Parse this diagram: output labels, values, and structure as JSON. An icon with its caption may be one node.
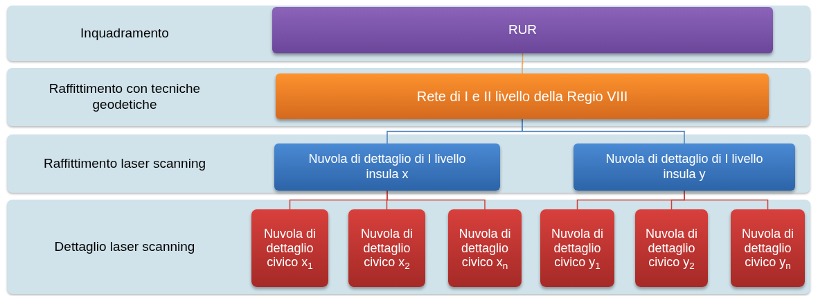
{
  "diagram": {
    "nodes": [
      {
        "text": [
          "Inquadramento"
        ]
      },
      {
        "text": [
          "RUR"
        ],
        "in": 0
      },
      {
        "text": [
          "Raffittimento con tecniche geodetiche"
        ]
      },
      {
        "text": [
          "Rete di I e II livello della Regio VIII"
        ],
        "in": 2
      },
      {
        "text": [
          "Raffittimento laser scanning"
        ]
      },
      {
        "text": [
          "Nuvola di dettaglio di I livello insula x"
        ],
        "in": 4
      },
      {
        "text": [
          "Nuvola di dettaglio di I livello insula y"
        ],
        "in": 4
      },
      {
        "text": [
          "Dettaglio laser scanning"
        ]
      },
      {
        "text": [
          "Nuvola di dettaglio civico x$_{1}$"
        ],
        "in": 7
      },
      {
        "text": [
          "Nuvola di dettaglio civico x$_{2}$"
        ],
        "in": 7
      },
      {
        "text": [
          "Nuvola di dettaglio civico x$_{n}$"
        ],
        "in": 7
      },
      {
        "text": [
          "Nuvola di dettaglio civico y$_{1}$"
        ],
        "in": 7
      },
      {
        "text": [
          "Nuvola di dettaglio civico y$_{2}$"
        ],
        "in": 7
      },
      {
        "text": [
          "Nuvola di dettaglio civico y$_{n}$"
        ],
        "in": 7
      }
    ],
    "edges": [
      {
        "from": 1,
        "to": 3,
        "arrow": "none",
        "color": "#f0a050"
      },
      {
        "from": 3,
        "to": 5,
        "arrow": "none",
        "color": "#4a7fc0"
      },
      {
        "from": 3,
        "to": 6,
        "arrow": "none",
        "color": "#4a7fc0"
      },
      {
        "from": 5,
        "to": 8,
        "arrow": "none"
      },
      {
        "from": 5,
        "to": 9,
        "arrow": "none"
      },
      {
        "from": 5,
        "to": 10,
        "arrow": "none"
      },
      {
        "from": 6,
        "to": 11,
        "arrow": "none"
      },
      {
        "from": 6,
        "to": 12,
        "arrow": "none"
      },
      {
        "from": 6,
        "to": 13,
        "arrow": "none"
      }
    ]
  }
}
